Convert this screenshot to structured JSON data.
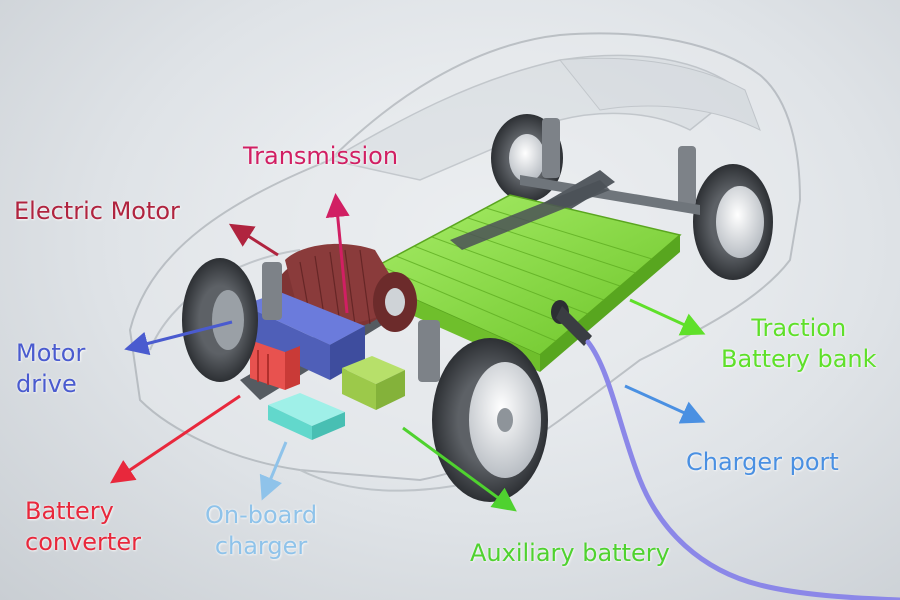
{
  "labels": {
    "transmission": "Transmission",
    "electric_motor": "Electric Motor",
    "motor_drive": [
      "Motor",
      "drive"
    ],
    "battery_converter": [
      "Battery",
      "converter"
    ],
    "onboard_charger": [
      "On-board",
      "charger"
    ],
    "auxiliary_battery": "Auxiliary battery",
    "traction_battery": [
      "Traction",
      "Battery bank"
    ],
    "charger_port": "Charger port"
  },
  "colors": {
    "transmission": "#d11f63",
    "electric_motor": "#b0243f",
    "motor_drive": "#4a5bcf",
    "battery_converter": "#e8283c",
    "onboard_charger": "#8fc3ea",
    "auxiliary_battery": "#4fd22f",
    "traction_battery": "#5fe02a",
    "charger_port": "#4a90e2",
    "battery_cells": "#8ee04a",
    "motor_body": "#8a3b3b",
    "drive_unit": "#4f5fb8"
  }
}
